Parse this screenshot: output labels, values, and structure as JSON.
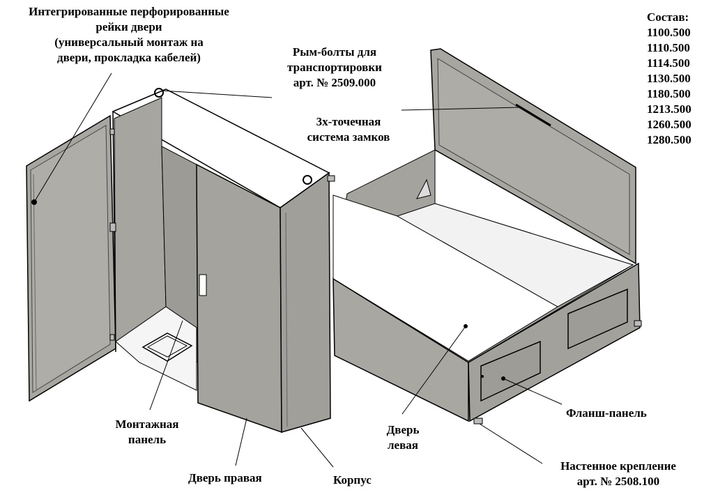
{
  "labels": {
    "door_rails": [
      "Интегрированные перфорированные",
      "рейки двери",
      "(универсальный монтаж на",
      "двери, прокладка кабелей)"
    ],
    "eye_bolts": [
      "Рым-болты для",
      "транспортировки",
      "арт. № 2509.000"
    ],
    "lock_system": [
      "3х-точечная",
      "система замков"
    ],
    "composition_title": "Состав:",
    "composition_items": [
      "1100.500",
      "1110.500",
      "1114.500",
      "1130.500",
      "1180.500",
      "1213.500",
      "1260.500",
      "1280.500"
    ],
    "mounting_panel": [
      "Монтажная",
      "панель"
    ],
    "right_door": "Дверь правая",
    "housing": "Корпус",
    "left_door": [
      "Дверь",
      "левая"
    ],
    "flange_panel": "Фланш-панель",
    "wall_mount": [
      "Настенное крепление",
      "арт. № 2508.100"
    ]
  },
  "colors": {
    "panel": "#a7a6a1",
    "panel_dark": "#8f8e89",
    "panel_light": "#c4c3be",
    "top": "#ffffff",
    "outline": "#000000"
  }
}
